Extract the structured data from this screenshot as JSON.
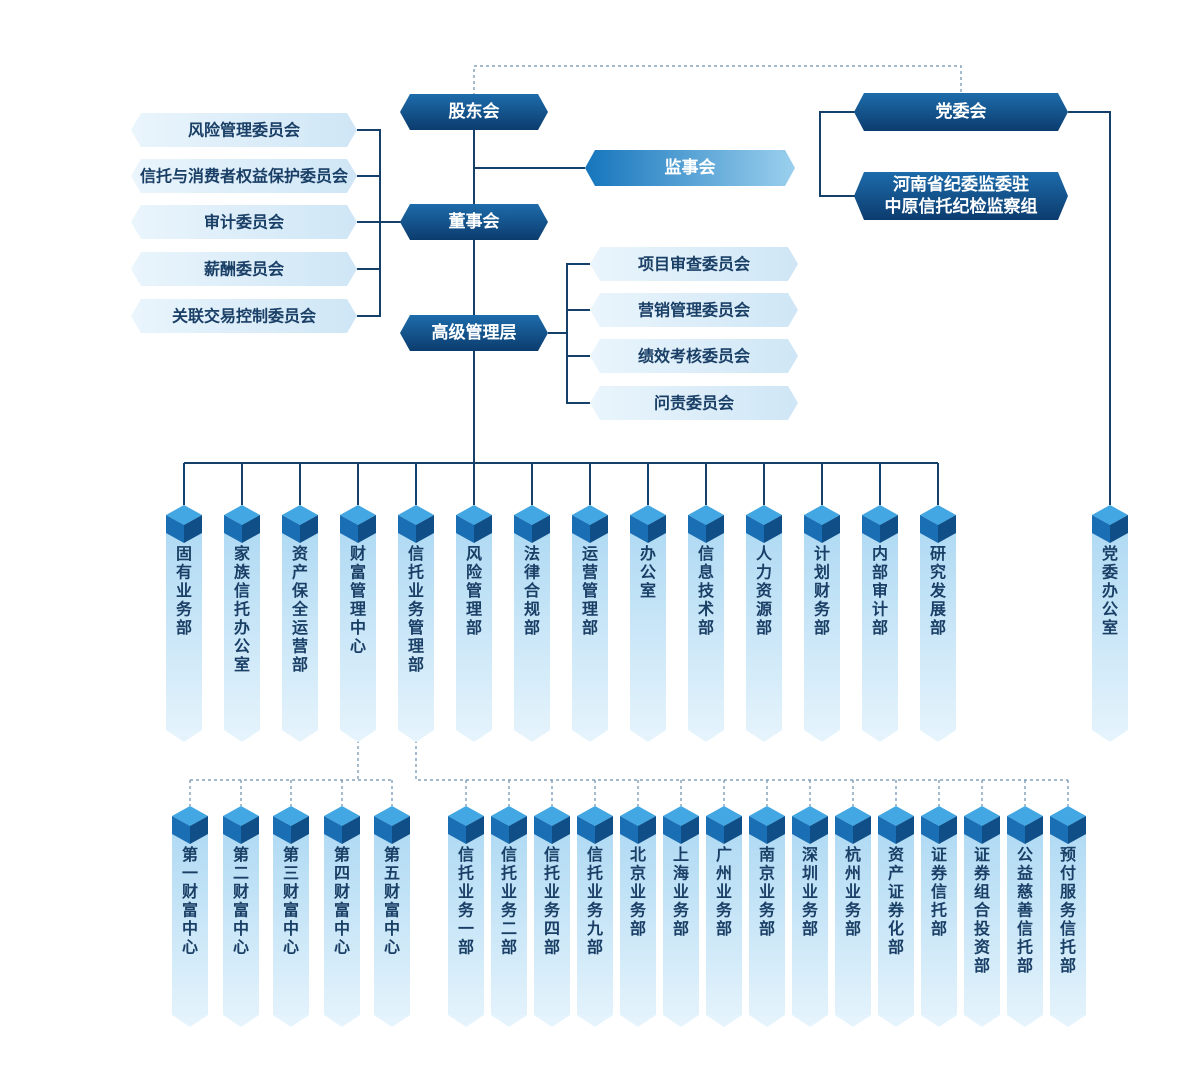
{
  "colors": {
    "dark_node": "#12528a",
    "mid_node": "#1b86c8",
    "light_node": "#dcedf8",
    "line": "#14406a",
    "text_dark": "#1a3f66"
  },
  "top": {
    "shareholders": "股东会",
    "board": "董事会",
    "management": "高级管理层",
    "supervisors": "监事会",
    "party": "党委会",
    "discipline": [
      "河南省纪委监委驻",
      "中原信托纪检监察组"
    ]
  },
  "board_committees": [
    "风险管理委员会",
    "信托与消费者权益保护委员会",
    "审计委员会",
    "薪酬委员会",
    "关联交易控制委员会"
  ],
  "mgmt_committees": [
    "项目审查委员会",
    "营销管理委员会",
    "绩效考核委员会",
    "问责委员会"
  ],
  "departments": [
    "固有业务部",
    "家族信托办公室",
    "资产保全运营部",
    "财富管理中心",
    "信托业务管理部",
    "风险管理部",
    "法律合规部",
    "运营管理部",
    "办公室",
    "信息技术部",
    "人力资源部",
    "计划财务部",
    "内部审计部",
    "研究发展部"
  ],
  "party_office": "党委办公室",
  "wealth_centers": [
    "第一财富中心",
    "第二财富中心",
    "第三财富中心",
    "第四财富中心",
    "第五财富中心"
  ],
  "trust_units": [
    "信托业务一部",
    "信托业务二部",
    "信托业务四部",
    "信托业务九部",
    "北京业务部",
    "上海业务部",
    "广州业务部",
    "南京业务部",
    "深圳业务部",
    "杭州业务部",
    "资产证券化部",
    "证券信托部",
    "证券组合投资部",
    "公益慈善信托部",
    "预付服务信托部"
  ]
}
